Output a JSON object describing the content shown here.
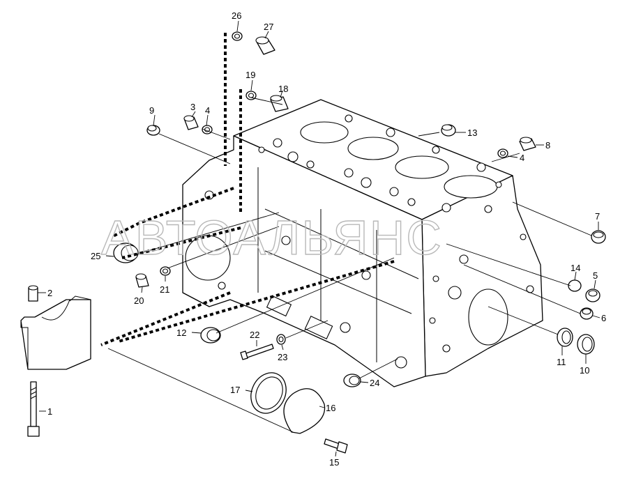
{
  "watermark": "АВТОАЛЬЯНС",
  "callouts": {
    "c1": "1",
    "c2": "2",
    "c3": "3",
    "c4a": "4",
    "c4b": "4",
    "c5": "5",
    "c6": "6",
    "c7": "7",
    "c8": "8",
    "c9": "9",
    "c10": "10",
    "c11": "11",
    "c12": "12",
    "c13": "13",
    "c14": "14",
    "c15": "15",
    "c16": "16",
    "c17": "17",
    "c18": "18",
    "c19": "19",
    "c20": "20",
    "c21": "21",
    "c22": "22",
    "c23": "23",
    "c24": "24",
    "c25": "25",
    "c26": "26",
    "c27": "27"
  }
}
